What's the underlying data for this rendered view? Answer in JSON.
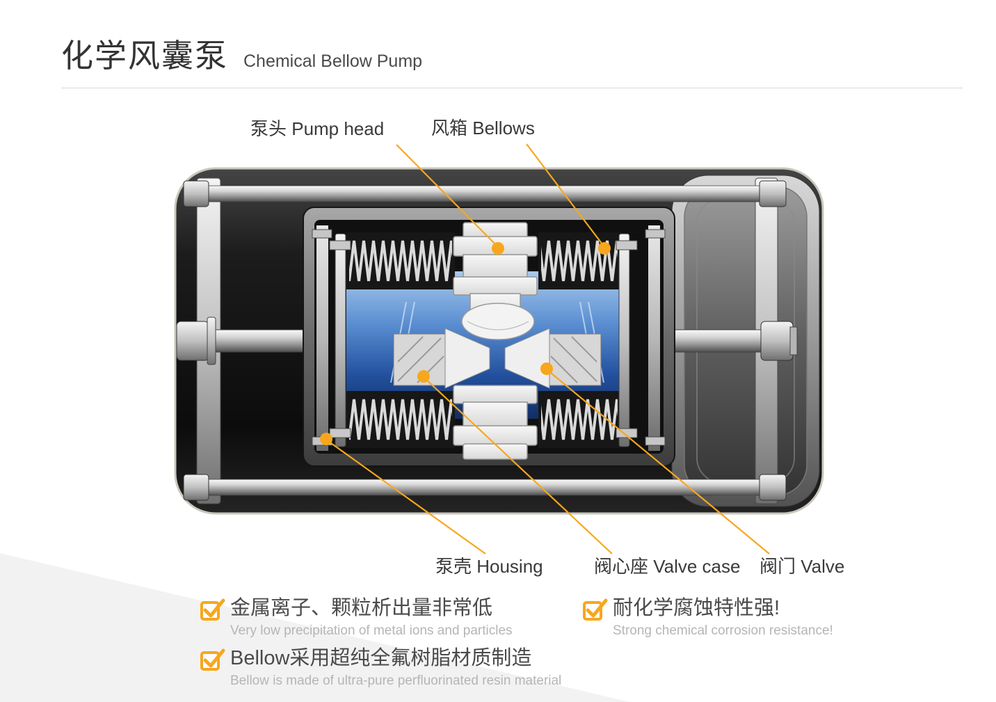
{
  "header": {
    "title_zh": "化学风囊泵",
    "title_en": "Chemical Bellow Pump"
  },
  "diagram": {
    "labels": {
      "pump_head": "泵头 Pump head",
      "bellows": "风箱 Bellows",
      "housing": "泵壳 Housing",
      "valve_case": "阀心座 Valve case",
      "valve": "阀门 Valve"
    }
  },
  "features": [
    {
      "zh": "金属离子、颗粒析出量非常低",
      "en": "Very low precipitation of metal ions and particles"
    },
    {
      "zh": "耐化学腐蚀特性强!",
      "en": "Strong chemical corrosion resistance!"
    },
    {
      "zh": "Bellow采用超纯全氟树脂材质制造",
      "en": "Bellow is made of ultra-pure perfluorinated resin material"
    }
  ],
  "icons": {
    "check": "✓",
    "callout_dot": "●"
  },
  "colors": {
    "accent_orange": "#F7A71D",
    "chamber_blue": "#1d4a94",
    "body_dark": "#141414",
    "text_primary": "#3a3a3a",
    "text_secondary": "#b5b5b5"
  }
}
